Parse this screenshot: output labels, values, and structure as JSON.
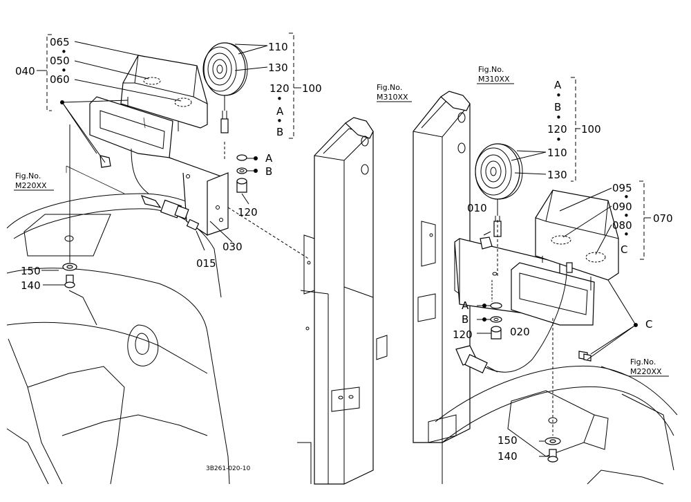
{
  "colors": {
    "ink": "#000000",
    "paper": "#ffffff"
  },
  "labels": {
    "l065": "065",
    "l050": "050",
    "l060": "060",
    "l040": "040",
    "l110a": "110",
    "l130a": "130",
    "l120a": "120",
    "l100a": "100",
    "lAa": "A",
    "lBa": "B",
    "lA1": "A",
    "lB1": "B",
    "l120b": "120",
    "l030": "030",
    "l015": "015",
    "l150a": "150",
    "l140a": "140",
    "lAr": "A",
    "lBr": "B",
    "l120r": "120",
    "l100r": "100",
    "l110r": "110",
    "l130r": "130",
    "l095": "095",
    "l090": "090",
    "l080": "080",
    "l070": "070",
    "lCr": "C",
    "l010": "010",
    "lA2": "A",
    "lB2": "B",
    "l120c": "120",
    "l020": "020",
    "lC2": "C",
    "l150b": "150",
    "l140b": "140"
  },
  "refs": {
    "fig1": {
      "caption": "Fig.No.",
      "code": "M220XX"
    },
    "fig2": {
      "caption": "Fig.No.",
      "code": "M310XX"
    },
    "fig3": {
      "caption": "Fig.No.",
      "code": "M310XX"
    },
    "fig4": {
      "caption": "Fig.No.",
      "code": "M220XX"
    }
  },
  "drawing_number": "3B261-020-10",
  "dot_glyph": "•"
}
